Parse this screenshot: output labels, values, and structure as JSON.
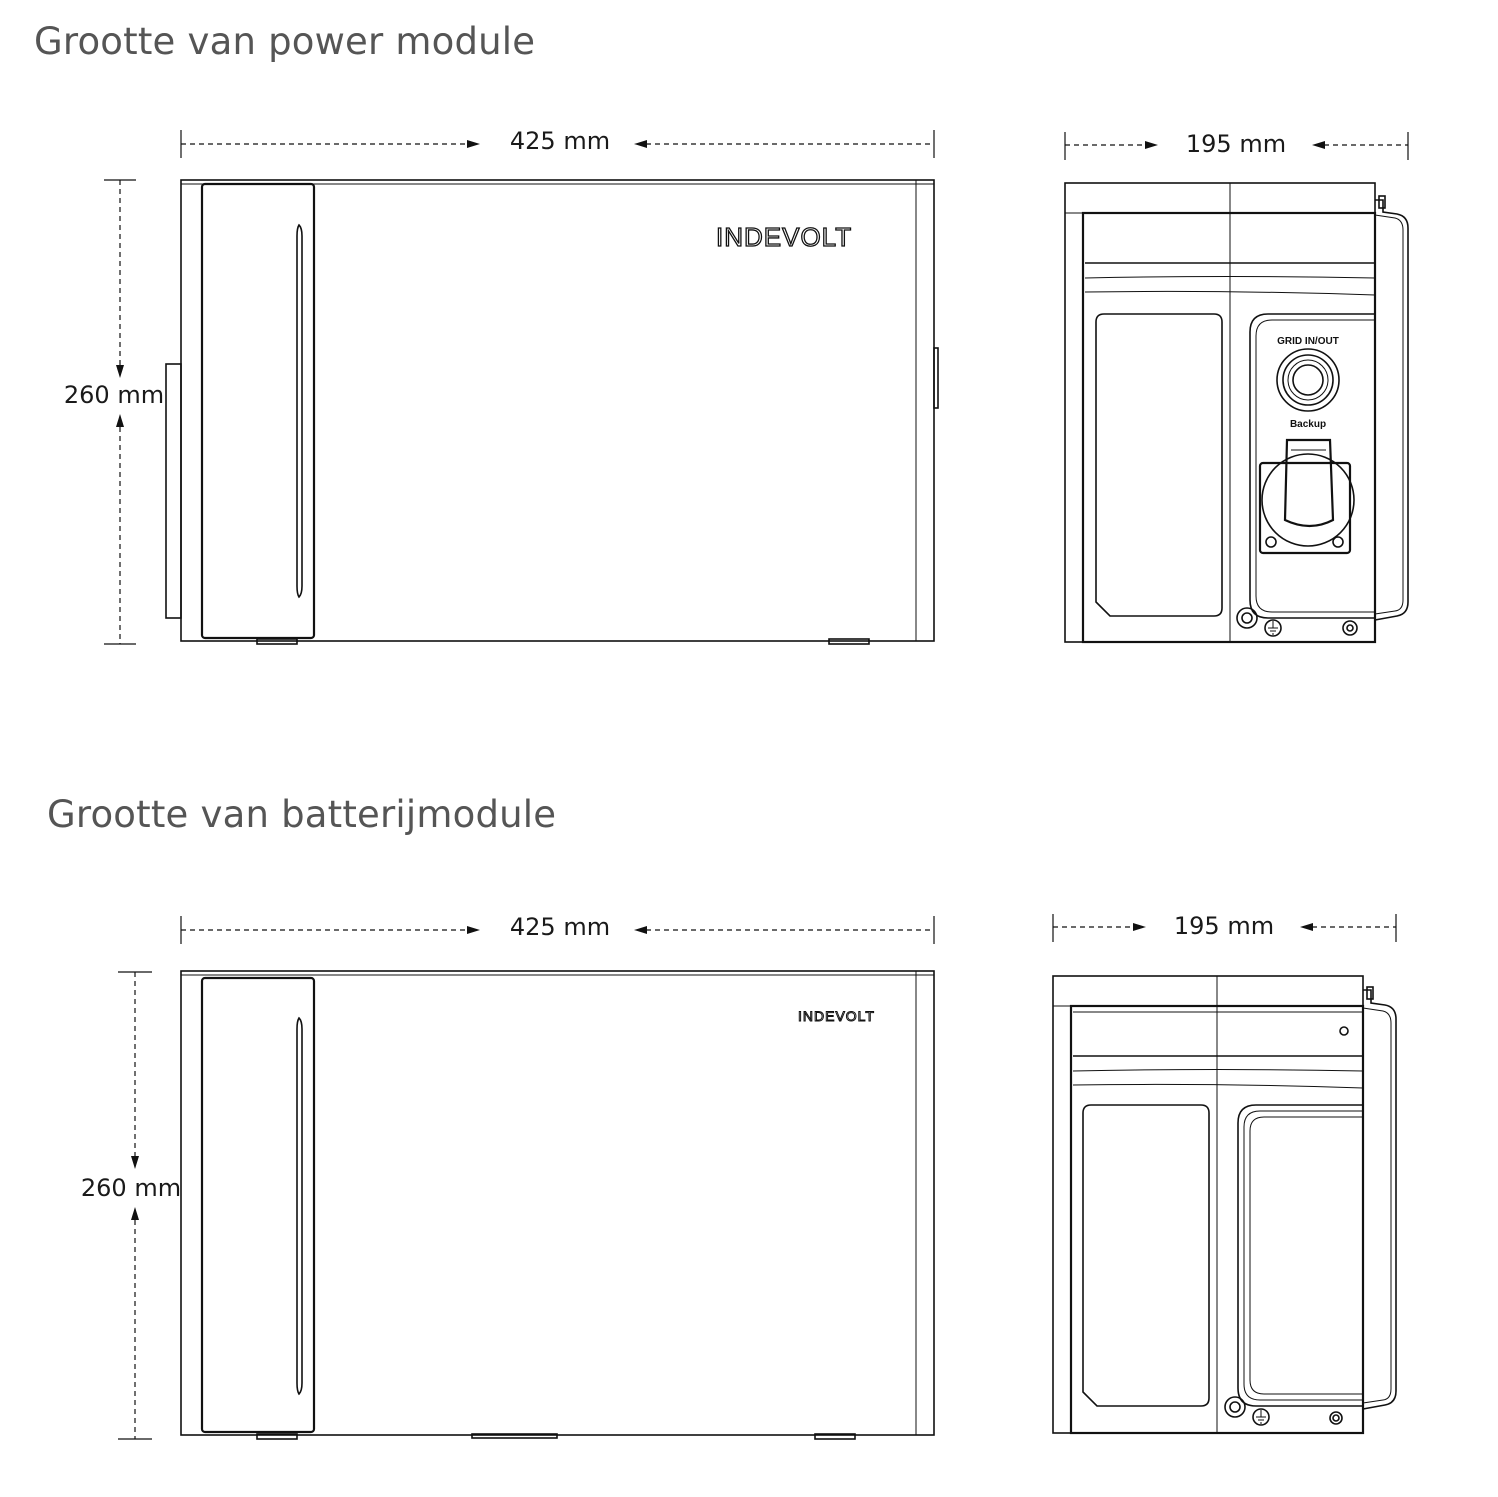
{
  "sections": {
    "power": {
      "title": "Grootte van power module",
      "width_label": "425 mm",
      "depth_label": "195 mm",
      "height_label": "260 mm",
      "brand": "INDEVOLT",
      "port_top_label": "GRID IN/OUT",
      "port_bottom_label": "Backup"
    },
    "battery": {
      "title": "Grootte van batterijmodule",
      "width_label": "425 mm",
      "depth_label": "195 mm",
      "height_label": "260 mm",
      "brand": "INDEVOLT"
    }
  },
  "icons": [
    "ground-icon",
    "screw-icon",
    "arrow-icon"
  ],
  "colors": {
    "title": "#555555",
    "line": "#111111",
    "background": "#ffffff"
  }
}
